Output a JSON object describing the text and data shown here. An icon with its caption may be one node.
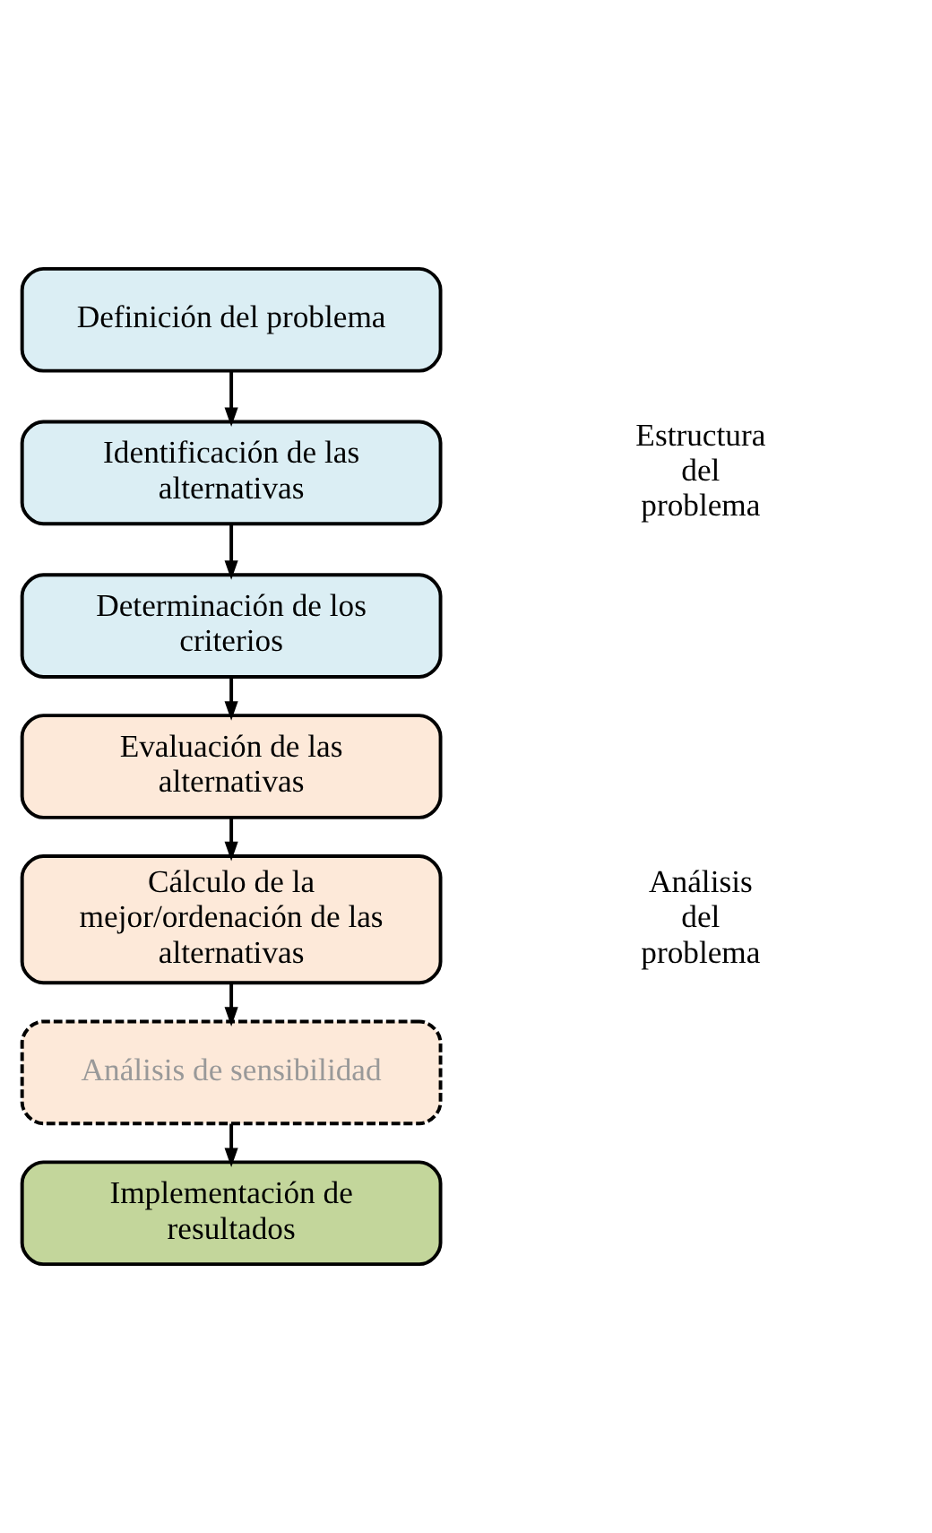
{
  "diagram": {
    "nodes": [
      {
        "text": [
          "Definición del problema"
        ]
      },
      {
        "text": [
          "Identificación de las alternativas"
        ]
      },
      {
        "text": [
          "Determinación de los criterios"
        ]
      },
      {
        "text": [
          "Evaluación de las alternativas"
        ]
      },
      {
        "text": [
          "Cálculo de la mejor/ordenación de las alternativas"
        ]
      },
      {
        "text": [
          "Análisis de sensibilidad"
        ]
      },
      {
        "text": [
          "Implementación de resultados"
        ]
      }
    ],
    "edges": [
      {
        "from": 0,
        "to": 1,
        "arrow": "to"
      },
      {
        "from": 1,
        "to": 2,
        "arrow": "to"
      },
      {
        "from": 2,
        "to": 3,
        "arrow": "to"
      },
      {
        "from": 3,
        "to": 4,
        "arrow": "to"
      },
      {
        "from": 4,
        "to": 5,
        "arrow": "to"
      },
      {
        "from": 5,
        "to": 6,
        "arrow": "to"
      }
    ],
    "labels": [
      "Estructura del problema",
      "Análisis del problema"
    ]
  }
}
